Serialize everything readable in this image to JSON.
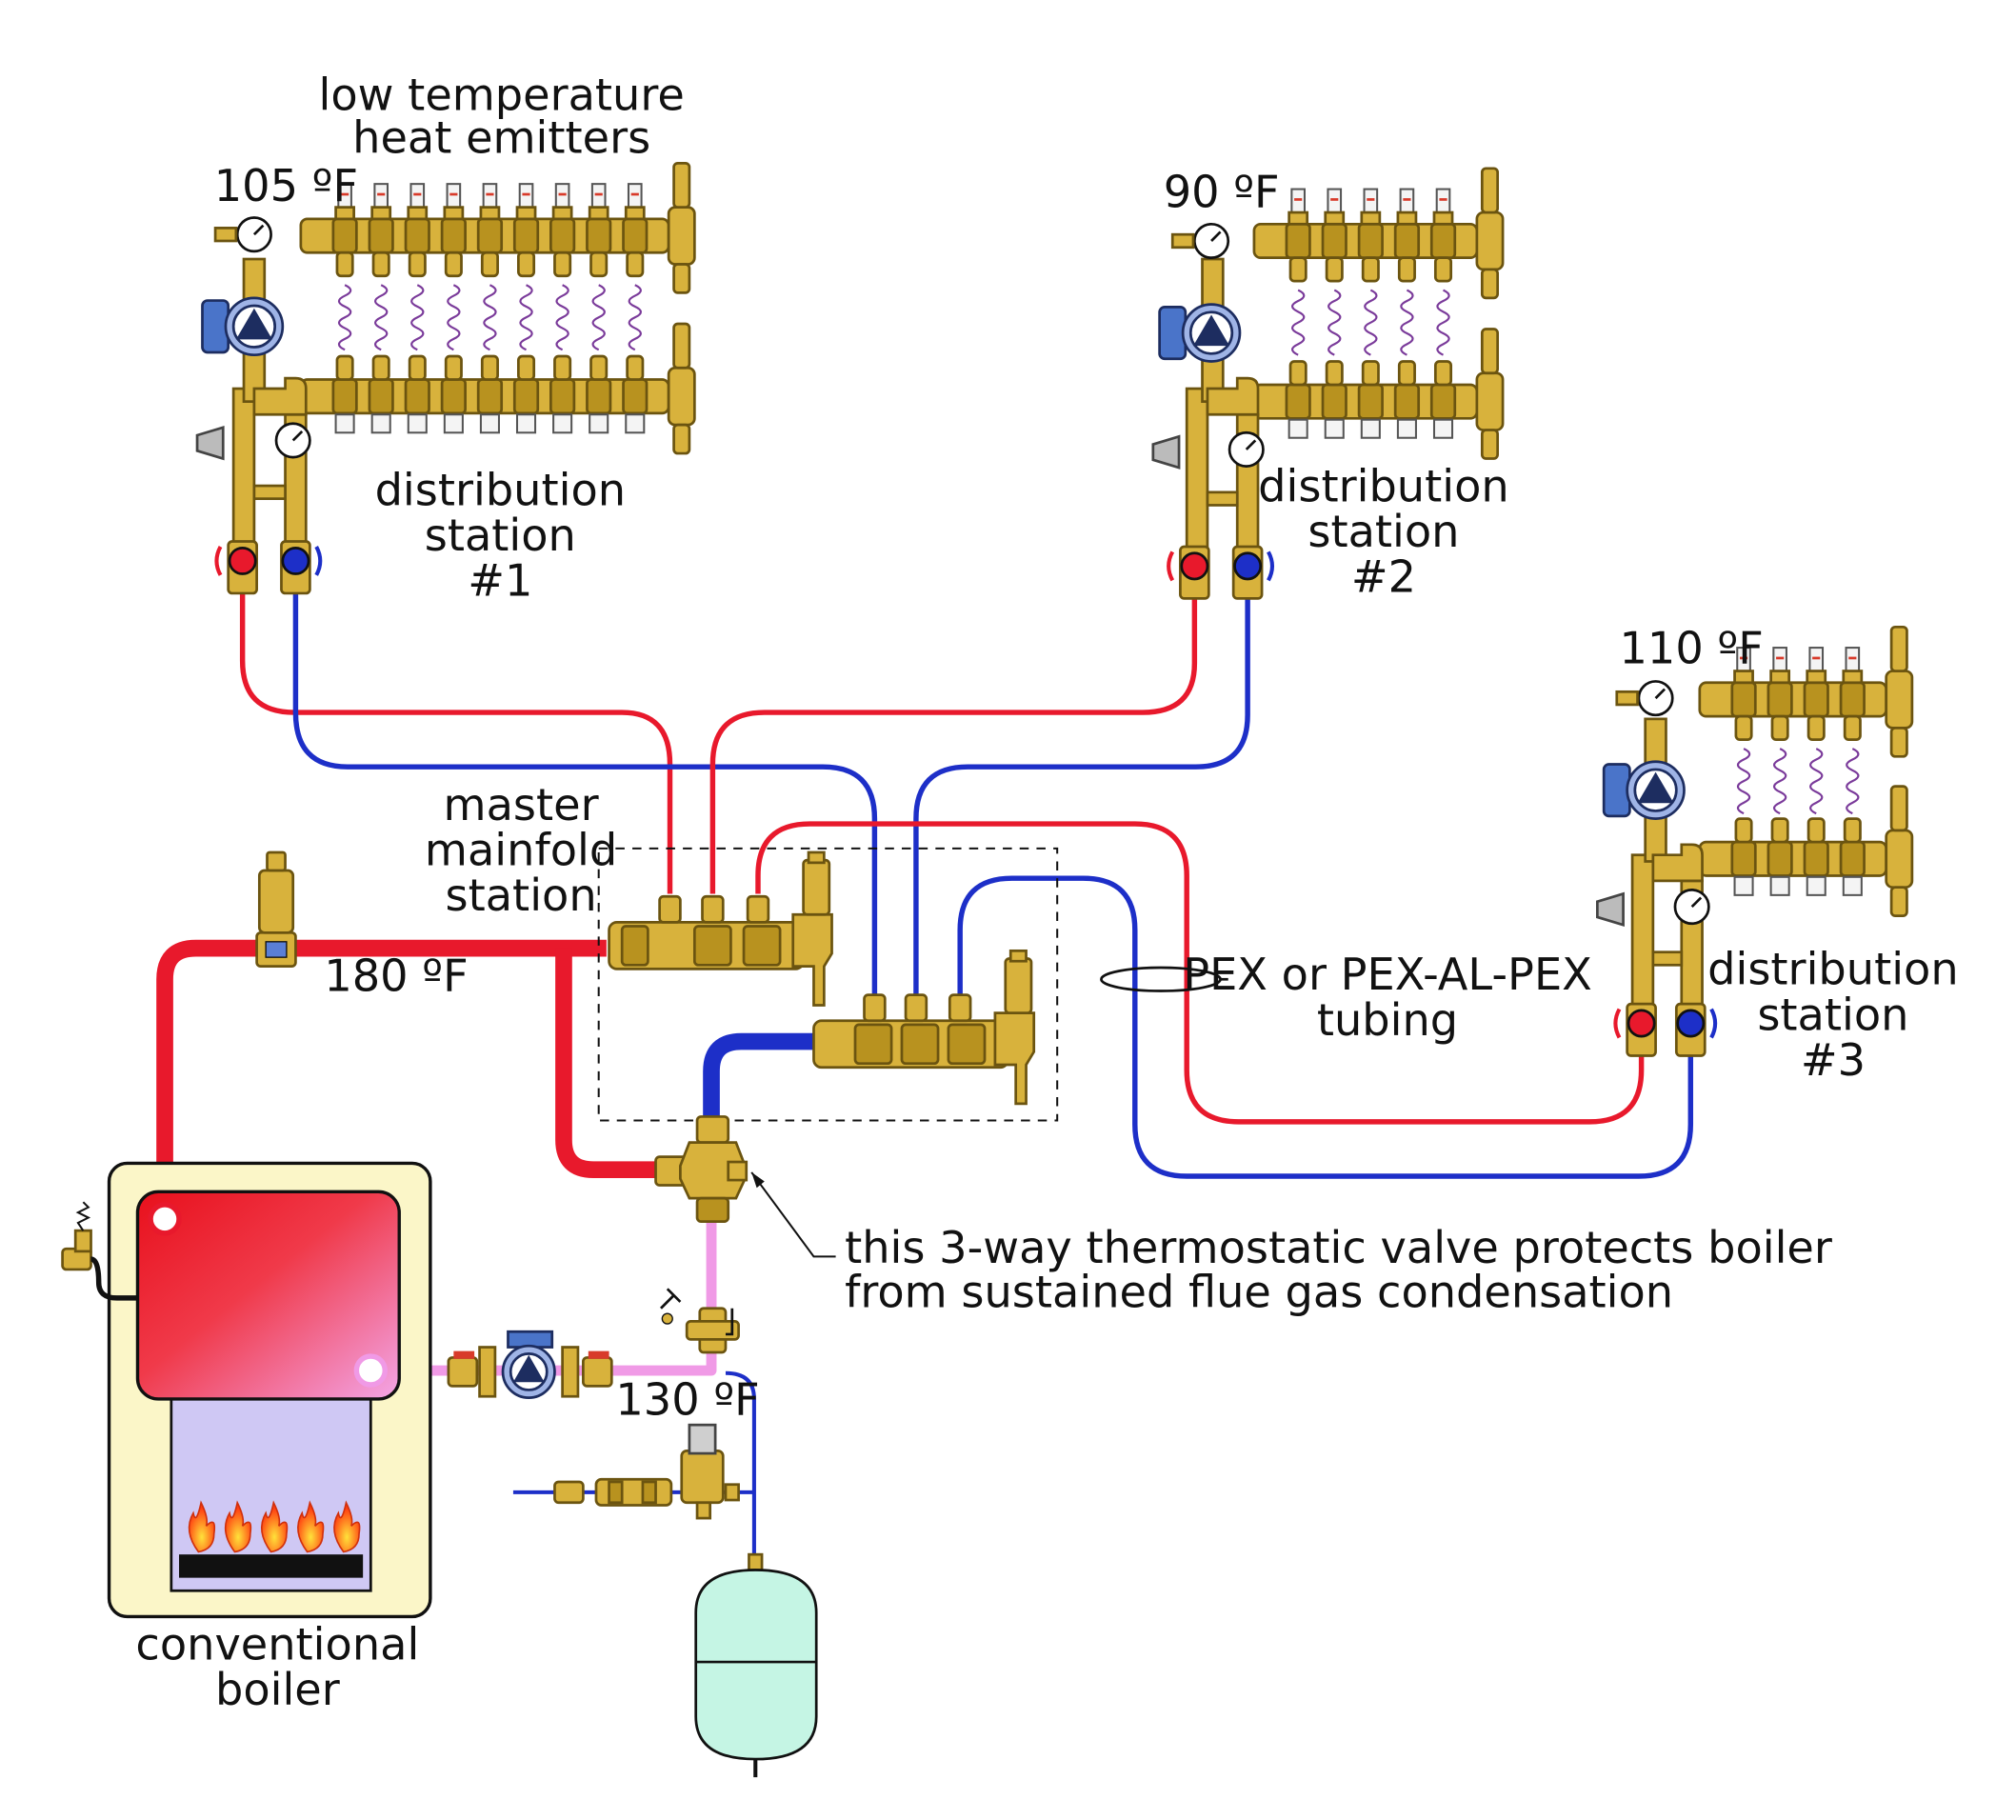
{
  "labels": {
    "emitters": [
      "low temperature",
      "heat emitters"
    ],
    "temp_station1": "105 ºF",
    "temp_station2": "90 ºF",
    "temp_station3": "110 ºF",
    "station1": [
      "distribution",
      "station",
      "#1"
    ],
    "station2": [
      "distribution",
      "station",
      "#2"
    ],
    "station3": [
      "distribution",
      "station",
      "#3"
    ],
    "master": [
      "master",
      "mainfold",
      "station"
    ],
    "temp_supply": "180 ºF",
    "temp_boiler_return": "130 ºF",
    "tubing": [
      "PEX or PEX-AL-PEX",
      "tubing"
    ],
    "valve_note": [
      "this 3-way thermostatic valve protects boiler",
      "from sustained flue gas condensation"
    ],
    "boiler": [
      "conventional",
      "boiler"
    ]
  },
  "colors": {
    "supply": "#e8192c",
    "return": "#1d2fc8",
    "mixed": "#f09ae6",
    "brass": "#d8b23c",
    "pump_body": "#4a74c9",
    "boiler_cabinet": "#fbf6c8",
    "boiler_combustion": "#cfc8f4",
    "expansion_tank": "#c5f5e4"
  },
  "components": {
    "manifold1_loops": 9,
    "manifold2_loops": 5,
    "manifold3_loops": 4,
    "burner_flames": 5
  }
}
